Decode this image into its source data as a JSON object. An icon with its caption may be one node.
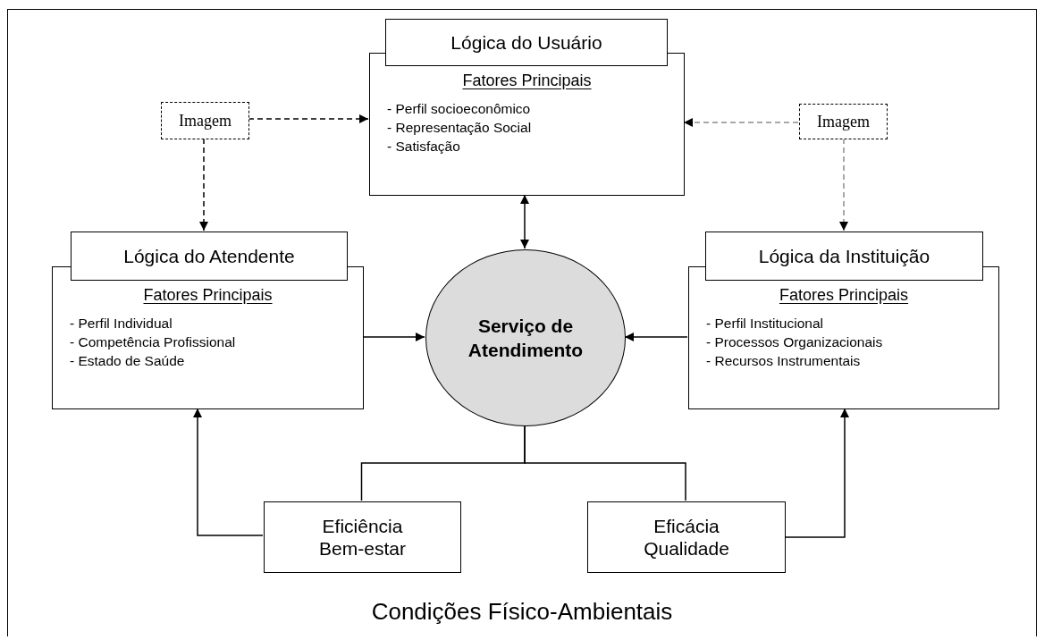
{
  "diagram": {
    "nodes": [
      {
        "text": [
          "Condições Físico-Ambientais"
        ]
      },
      {
        "text": [
          "Lógica do Usuário",
          "Fatores Principais",
          "- Perfil socioeconômico",
          "- Representação Social",
          "- Satisfação"
        ],
        "in": 0
      },
      {
        "text": [
          "Imagem"
        ],
        "in": 0
      },
      {
        "text": [
          "Imagem"
        ],
        "in": 0
      },
      {
        "text": [
          "Lógica do Atendente",
          "Fatores Principais",
          "- Perfil Individual",
          "- Competência Profissional",
          "- Estado de Saúde"
        ],
        "in": 0
      },
      {
        "text": [
          "Serviço de Atendimento"
        ],
        "in": 0
      },
      {
        "text": [
          "Lógica da Instituição",
          "Fatores Principais",
          "- Perfil Institucional",
          "- Processos Organizacionais",
          "- Recursos Instrumentais"
        ],
        "in": 0
      },
      {
        "text": [
          "Eficiência",
          "Bem-estar"
        ],
        "in": 0
      },
      {
        "text": [
          "Eficácia",
          "Qualidade"
        ],
        "in": 0
      }
    ],
    "edges": [
      {
        "from": 2,
        "to": 1,
        "arrow": "to",
        "style": "dashed"
      },
      {
        "from": 2,
        "to": 4,
        "arrow": "to",
        "style": "dashed"
      },
      {
        "from": 3,
        "to": 1,
        "arrow": "to",
        "style": "dashed",
        "color": "#8c8c8c"
      },
      {
        "from": 3,
        "to": 6,
        "arrow": "to",
        "style": "dashed",
        "color": "#8c8c8c"
      },
      {
        "from": 1,
        "to": 5,
        "arrow": "both"
      },
      {
        "from": 4,
        "to": 5,
        "arrow": "to"
      },
      {
        "from": 6,
        "to": 5,
        "arrow": "to"
      },
      {
        "from": 5,
        "to": 7,
        "arrow": "none"
      },
      {
        "from": 5,
        "to": 8,
        "arrow": "none"
      },
      {
        "from": 7,
        "to": 4,
        "arrow": "to"
      },
      {
        "from": 8,
        "to": 6,
        "arrow": "to"
      }
    ]
  }
}
